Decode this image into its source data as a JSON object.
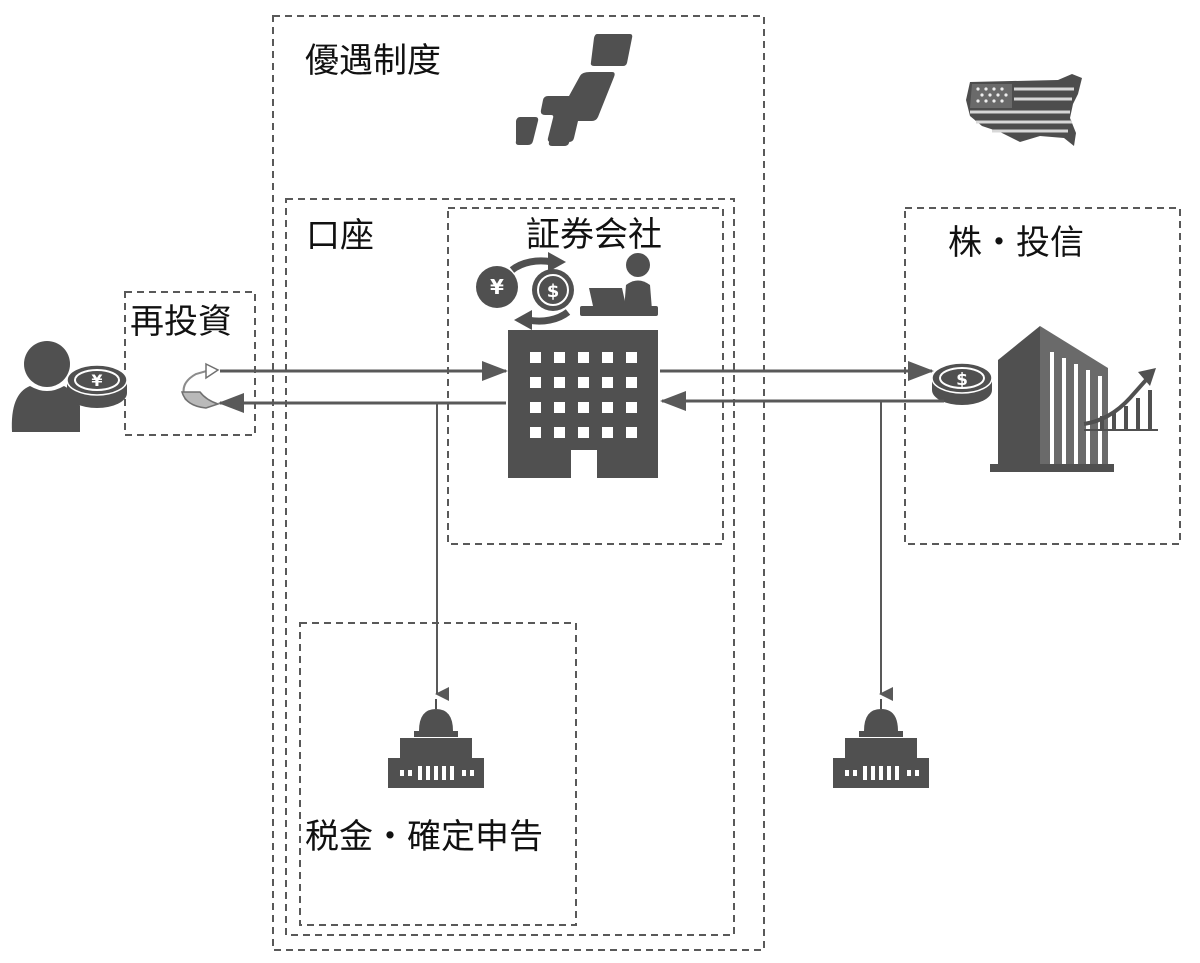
{
  "labels": {
    "preferential_system": "優遇制度",
    "account": "口座",
    "securities_company": "証券会社",
    "stocks_funds": "株・投信",
    "reinvestment": "再投資",
    "tax_filing": "税金・確定申告"
  },
  "icons": {
    "currency_yen": "¥",
    "currency_dollar": "$"
  },
  "colors": {
    "icon": "#505050",
    "line": "#595959",
    "text": "#111111"
  }
}
